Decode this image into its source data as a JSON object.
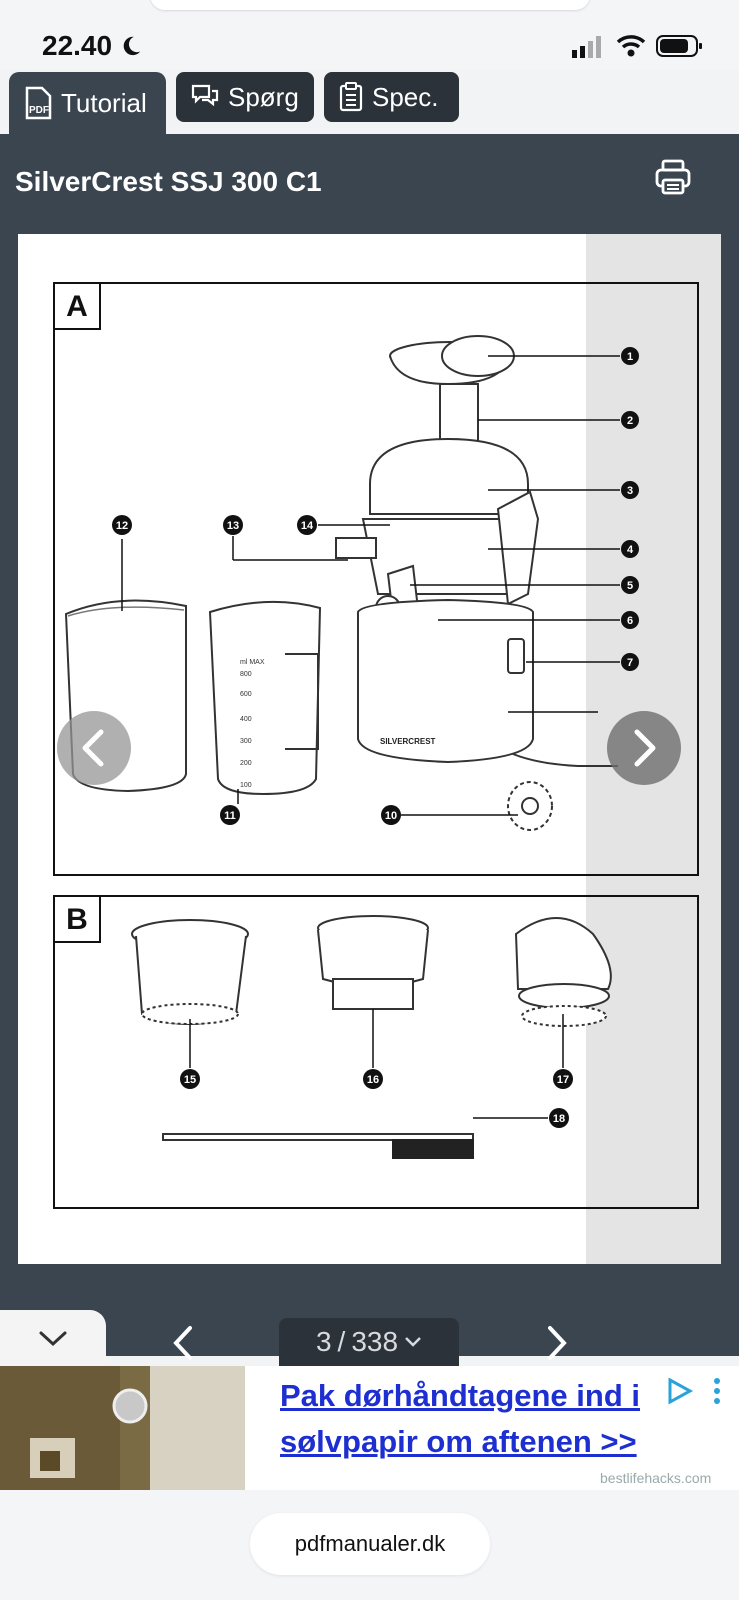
{
  "status_bar": {
    "time": "22.40"
  },
  "tabs": [
    {
      "label": "Tutorial",
      "icon": "pdf-icon",
      "active": true
    },
    {
      "label": "Spørg",
      "icon": "chat-icon",
      "active": false
    },
    {
      "label": "Spec.",
      "icon": "clipboard-icon",
      "active": false
    }
  ],
  "document": {
    "title": "SilverCrest SSJ 300 C1"
  },
  "manual_page": {
    "section_a_label": "A",
    "section_b_label": "B",
    "brand_mark": "SILVERCREST",
    "jug_scale": [
      "ml MAX",
      "800",
      "600",
      "400",
      "300",
      "200",
      "100"
    ],
    "callouts_a": [
      "1",
      "2",
      "3",
      "4",
      "5",
      "6",
      "7",
      "10",
      "11",
      "12",
      "13",
      "14"
    ],
    "callouts_b": [
      "15",
      "16",
      "17",
      "18"
    ]
  },
  "pagination": {
    "current": "3",
    "separator": "/",
    "total": "338"
  },
  "ad": {
    "line1": "Pak dørhåndtagene ind i",
    "line2": "sølvpapir om aftenen >>",
    "source": "bestlifehacks.com"
  },
  "footer": {
    "site": "pdfmanualer.dk"
  },
  "colors": {
    "header": "#3a4550",
    "tab_dark": "#2c3239",
    "ad_link": "#1d2fd0"
  }
}
